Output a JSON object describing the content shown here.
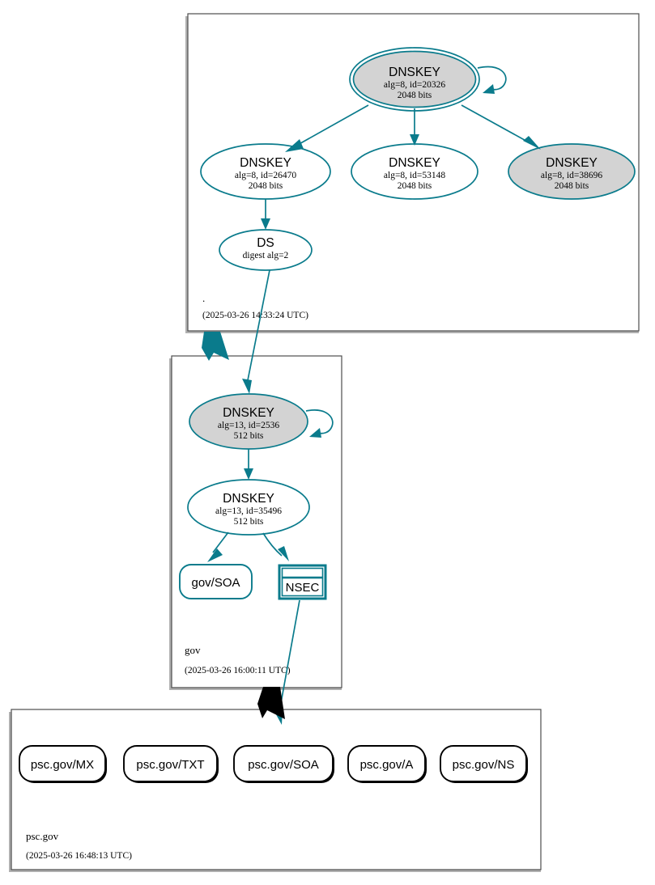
{
  "diagram": {
    "kind": "dnssec-authentication-chain",
    "colors": {
      "secure_accent": "#0a7b8c",
      "node_shaded_fill": "#d3d3d3",
      "node_plain_fill": "#ffffff",
      "zone_border": "#4d4d4d",
      "delegation_insecure": "#000000",
      "text": "#000000",
      "background": "#ffffff"
    }
  },
  "zones": [
    {
      "id": "root",
      "name": ".",
      "timestamp": "(2025-03-26 14:33:24 UTC)",
      "nodes": [
        {
          "id": "root-ksk-20326",
          "type": "DNSKEY",
          "shape": "double-ellipse",
          "fill": "shaded",
          "title": "DNSKEY",
          "line2": "alg=8, id=20326",
          "line3": "2048 bits",
          "alg": 8,
          "key_id": 20326,
          "bits": 2048,
          "self_signed": true
        },
        {
          "id": "root-zsk-26470",
          "type": "DNSKEY",
          "shape": "ellipse",
          "fill": "plain",
          "title": "DNSKEY",
          "line2": "alg=8, id=26470",
          "line3": "2048 bits",
          "alg": 8,
          "key_id": 26470,
          "bits": 2048,
          "self_signed": false
        },
        {
          "id": "root-zsk-53148",
          "type": "DNSKEY",
          "shape": "ellipse",
          "fill": "plain",
          "title": "DNSKEY",
          "line2": "alg=8, id=53148",
          "line3": "2048 bits",
          "alg": 8,
          "key_id": 53148,
          "bits": 2048,
          "self_signed": false
        },
        {
          "id": "root-zsk-38696",
          "type": "DNSKEY",
          "shape": "ellipse",
          "fill": "shaded",
          "title": "DNSKEY",
          "line2": "alg=8, id=38696",
          "line3": "2048 bits",
          "alg": 8,
          "key_id": 38696,
          "bits": 2048,
          "self_signed": false
        },
        {
          "id": "root-ds-gov",
          "type": "DS",
          "shape": "ellipse",
          "fill": "plain",
          "title": "DS",
          "line2": "digest alg=2",
          "line3": "",
          "digest_alg": 2
        }
      ]
    },
    {
      "id": "gov",
      "name": "gov",
      "timestamp": "(2025-03-26 16:00:11 UTC)",
      "nodes": [
        {
          "id": "gov-ksk-2536",
          "type": "DNSKEY",
          "shape": "ellipse",
          "fill": "shaded",
          "title": "DNSKEY",
          "line2": "alg=13, id=2536",
          "line3": "512 bits",
          "alg": 13,
          "key_id": 2536,
          "bits": 512,
          "self_signed": true
        },
        {
          "id": "gov-zsk-35496",
          "type": "DNSKEY",
          "shape": "ellipse",
          "fill": "plain",
          "title": "DNSKEY",
          "line2": "alg=13, id=35496",
          "line3": "512 bits",
          "alg": 13,
          "key_id": 35496,
          "bits": 512,
          "self_signed": false
        },
        {
          "id": "gov-soa",
          "type": "RRset",
          "shape": "rounded-rect",
          "stroke": "teal",
          "title": "gov/SOA",
          "line2": "",
          "line3": ""
        },
        {
          "id": "gov-nsec",
          "type": "NSEC",
          "shape": "double-rect",
          "stroke": "teal",
          "title": "NSEC",
          "line2": "",
          "line3": ""
        }
      ]
    },
    {
      "id": "psc.gov",
      "name": "psc.gov",
      "timestamp": "(2025-03-26 16:48:13 UTC)",
      "nodes": [
        {
          "id": "psc-mx",
          "type": "RRset",
          "shape": "rounded-rect",
          "stroke": "black",
          "title": "psc.gov/MX"
        },
        {
          "id": "psc-txt",
          "type": "RRset",
          "shape": "rounded-rect",
          "stroke": "black",
          "title": "psc.gov/TXT"
        },
        {
          "id": "psc-soa",
          "type": "RRset",
          "shape": "rounded-rect",
          "stroke": "black",
          "title": "psc.gov/SOA"
        },
        {
          "id": "psc-a",
          "type": "RRset",
          "shape": "rounded-rect",
          "stroke": "black",
          "title": "psc.gov/A"
        },
        {
          "id": "psc-ns",
          "type": "RRset",
          "shape": "rounded-rect",
          "stroke": "black",
          "title": "psc.gov/NS"
        }
      ]
    }
  ],
  "edges": [
    {
      "id": "e-ksk-self",
      "from": "root-ksk-20326",
      "to": "root-ksk-20326",
      "color": "teal"
    },
    {
      "id": "e-ksk-26470",
      "from": "root-ksk-20326",
      "to": "root-zsk-26470",
      "color": "teal"
    },
    {
      "id": "e-ksk-53148",
      "from": "root-ksk-20326",
      "to": "root-zsk-53148",
      "color": "teal"
    },
    {
      "id": "e-ksk-38696",
      "from": "root-ksk-20326",
      "to": "root-zsk-38696",
      "color": "teal"
    },
    {
      "id": "e-26470-ds",
      "from": "root-zsk-26470",
      "to": "root-ds-gov",
      "color": "teal"
    },
    {
      "id": "e-ds-gov-ksk",
      "from": "root-ds-gov",
      "to": "gov-ksk-2536",
      "color": "teal"
    },
    {
      "id": "e-gov-self",
      "from": "gov-ksk-2536",
      "to": "gov-ksk-2536",
      "color": "teal"
    },
    {
      "id": "e-gov-zsk",
      "from": "gov-ksk-2536",
      "to": "gov-zsk-35496",
      "color": "teal"
    },
    {
      "id": "e-gov-soa",
      "from": "gov-zsk-35496",
      "to": "gov-soa",
      "color": "teal"
    },
    {
      "id": "e-gov-nsec",
      "from": "gov-zsk-35496",
      "to": "gov-nsec",
      "color": "teal"
    },
    {
      "id": "e-nsec-psc",
      "from": "gov-nsec",
      "to": "psc.gov",
      "color": "teal"
    }
  ],
  "delegations": [
    {
      "id": "d-root-gov",
      "from": "root",
      "to": "gov",
      "color": "teal",
      "status": "secure"
    },
    {
      "id": "d-gov-psc",
      "from": "gov",
      "to": "psc.gov",
      "color": "black",
      "status": "insecure"
    }
  ]
}
